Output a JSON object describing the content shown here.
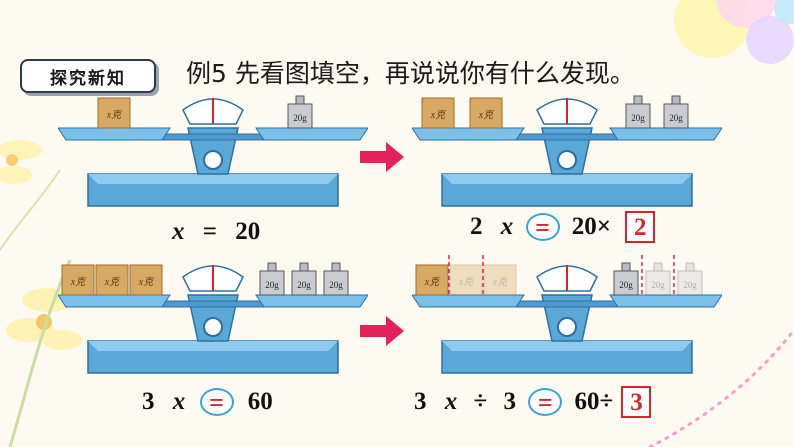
{
  "header": {
    "badge_label": "探究新知",
    "title": "例5  先看图填空，再说说你有什么发现。"
  },
  "labels": {
    "block": "x克",
    "weight": "20g"
  },
  "equations": {
    "top_left": {
      "coef": "",
      "var": "x",
      "op": "=",
      "rhs": "20"
    },
    "top_right": {
      "coef": "2",
      "var": "x",
      "op": "=",
      "rhs": "20×",
      "answer": "2"
    },
    "bottom_left": {
      "coef": "3",
      "var": "x",
      "op": "=",
      "rhs": "60"
    },
    "bottom_right": {
      "coef": "3",
      "var": "x",
      "div": "÷",
      "divisor": "3",
      "op": "=",
      "rhs": "60÷",
      "answer": "3"
    }
  },
  "arrows": {
    "color": "#e5215b"
  },
  "colors": {
    "scale_blue": "#5aa8d8",
    "scale_dark": "#2f6f9f",
    "block": "#d8a964",
    "weight": "#b8bcc2",
    "red": "#d4262c",
    "circle_border": "#3ba3d9"
  }
}
